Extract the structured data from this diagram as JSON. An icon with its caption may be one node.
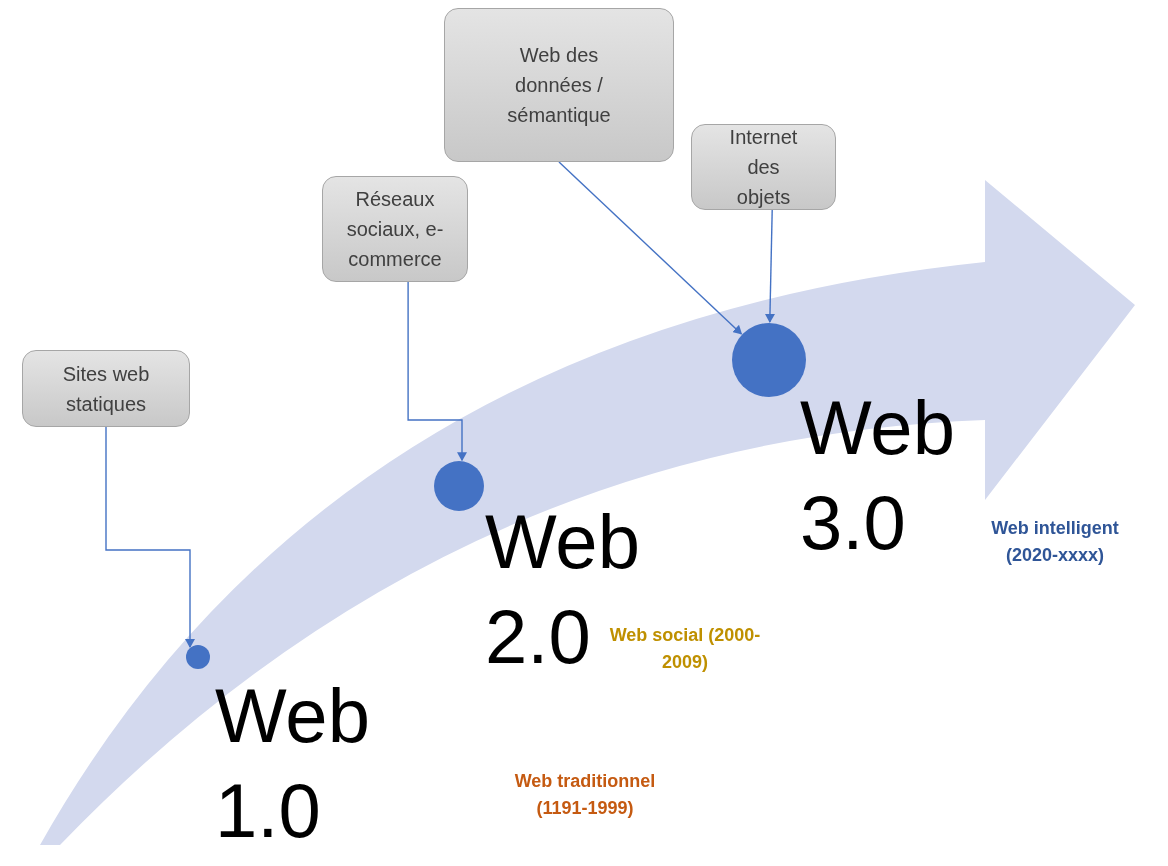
{
  "diagram": {
    "nodes": [
      {
        "text": [
          "Sites web statiques"
        ]
      },
      {
        "text": [
          "Réseaux sociaux, e-commerce"
        ]
      },
      {
        "text": [
          "Web des données / sémantique"
        ]
      },
      {
        "text": [
          "Internet des objets"
        ]
      },
      {
        "text": [],
        "shape": "circle",
        "beside": [
          "Web 1.0"
        ]
      },
      {
        "text": [],
        "shape": "circle",
        "beside": [
          "Web 2.0"
        ]
      },
      {
        "text": [],
        "shape": "circle",
        "beside": [
          "Web 3.0"
        ]
      }
    ],
    "edges": [
      {
        "from": 0,
        "to": 4,
        "arrow": "to"
      },
      {
        "from": 1,
        "to": 5,
        "arrow": "to"
      },
      {
        "from": 2,
        "to": 6,
        "arrow": "to"
      },
      {
        "from": 3,
        "to": 6,
        "arrow": "to"
      }
    ],
    "labels": [
      "Web intelligent (2020-xxxx)",
      "Web social (2000-2009)",
      "Web traditionnel (1191-1999)"
    ]
  }
}
